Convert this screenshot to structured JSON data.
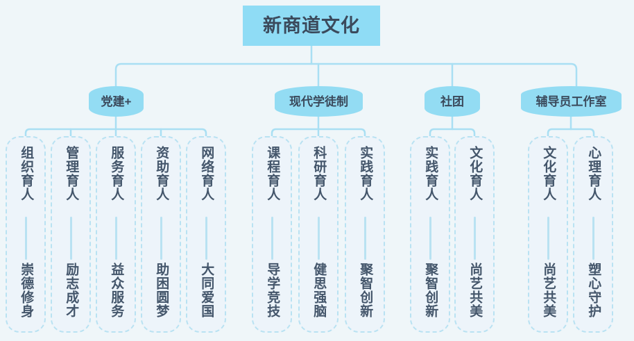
{
  "diagram": {
    "title": "新商道文化",
    "root": {
      "label": "新商道文化"
    },
    "branches": [
      {
        "label": "党建+"
      },
      {
        "label": "现代学徒制"
      },
      {
        "label": "社团"
      },
      {
        "label": "辅导员工作室"
      }
    ],
    "leaves": [
      {
        "group": "党建+",
        "top": "组织育人",
        "bottom": "崇德修身"
      },
      {
        "group": "党建+",
        "top": "管理育人",
        "bottom": "励志成才"
      },
      {
        "group": "党建+",
        "top": "服务育人",
        "bottom": "益众服务"
      },
      {
        "group": "党建+",
        "top": "资助育人",
        "bottom": "助困圆梦"
      },
      {
        "group": "党建+",
        "top": "网络育人",
        "bottom": "大同爱国"
      },
      {
        "group": "现代学徒制",
        "top": "课程育人",
        "bottom": "导学竞技"
      },
      {
        "group": "现代学徒制",
        "top": "科研育人",
        "bottom": "健思强脑"
      },
      {
        "group": "现代学徒制",
        "top": "实践育人",
        "bottom": "聚智创新"
      },
      {
        "group": "社团",
        "top": "实践育人",
        "bottom": "聚智创新"
      },
      {
        "group": "社团",
        "top": "文化育人",
        "bottom": "尚艺共美"
      },
      {
        "group": "辅导员工作室",
        "top": "文化育人",
        "bottom": "尚艺共美"
      },
      {
        "group": "辅导员工作室",
        "top": "心理育人",
        "bottom": "塑心守护"
      }
    ],
    "colors": {
      "background": "#eff6f9",
      "root_fill": "#8fdcf5",
      "branch_fill": "#93dcf3",
      "card_fill": "#edf4fa",
      "card_border": "#b9e2f2",
      "connector": "#aadff3",
      "text": "#3b4a5c"
    }
  }
}
